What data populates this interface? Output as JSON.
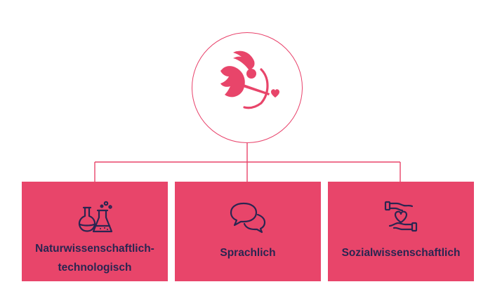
{
  "diagram": {
    "root": {
      "icon": "cupid-icon"
    },
    "categories": [
      {
        "label": "Naturwissenschaftlich-technologisch",
        "line1": "Naturwissenschaftlich-",
        "line2": "technologisch",
        "icon": "lab-flasks-icon"
      },
      {
        "label": "Sprachlich",
        "icon": "speech-bubbles-icon"
      },
      {
        "label": "Sozialwissenschaftlich",
        "icon": "hands-heart-icon"
      }
    ]
  },
  "colors": {
    "accent": "#e8456a",
    "text": "#2a2551",
    "background": "#ffffff"
  }
}
